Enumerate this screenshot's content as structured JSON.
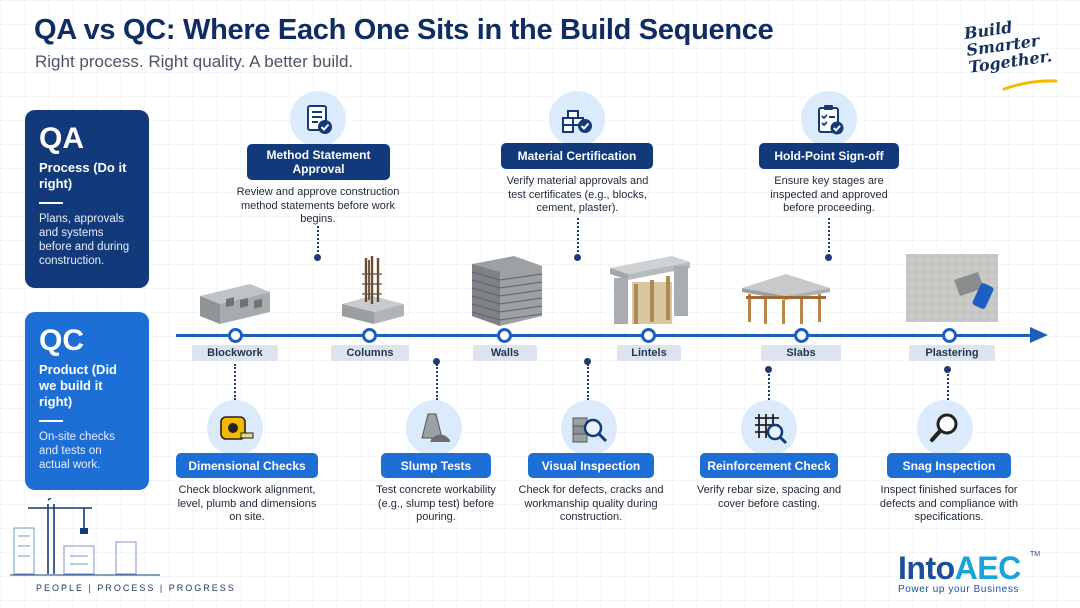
{
  "header": {
    "title": "QA vs QC: Where Each One Sits in the Build Sequence",
    "subtitle": "Right process. Right quality. A better build.",
    "tagline": "Build Smarter Together."
  },
  "qa_panel": {
    "title": "QA",
    "kind": "Process (Do it right)",
    "description": "Plans, approvals and systems before and during construction."
  },
  "qc_panel": {
    "title": "QC",
    "kind": "Product (Did we build it right)",
    "description": "On-site checks and tests on actual work."
  },
  "stages": [
    {
      "label": "Blockwork"
    },
    {
      "label": "Columns"
    },
    {
      "label": "Walls"
    },
    {
      "label": "Lintels"
    },
    {
      "label": "Slabs"
    },
    {
      "label": "Plastering"
    }
  ],
  "qa_items": [
    {
      "icon": "document-check-icon",
      "title": "Method Statement Approval",
      "text": "Review and approve construction method statements before work begins."
    },
    {
      "icon": "material-certified-icon",
      "title": "Material Certification",
      "text": "Verify material approvals and test certificates (e.g., blocks, cement, plaster)."
    },
    {
      "icon": "clipboard-check-icon",
      "title": "Hold-Point Sign-off",
      "text": "Ensure key stages are inspected and approved before proceeding."
    }
  ],
  "qc_items": [
    {
      "icon": "tape-measure-icon",
      "title": "Dimensional Checks",
      "text": "Check blockwork alignment, level, plumb and dimensions on site."
    },
    {
      "icon": "slump-cone-icon",
      "title": "Slump Tests",
      "text": "Test concrete workability (e.g., slump test) before pouring."
    },
    {
      "icon": "magnifier-blocks-icon",
      "title": "Visual Inspection",
      "text": "Check for defects, cracks and workmanship quality during construction."
    },
    {
      "icon": "rebar-grid-icon",
      "title": "Reinforcement Check",
      "text": "Verify rebar size, spacing and cover before casting."
    },
    {
      "icon": "magnifier-icon",
      "title": "Snag Inspection",
      "text": "Inspect finished surfaces for defects and compliance with specifications."
    }
  ],
  "footer": {
    "motto": "PEOPLE | PROCESS | PROGRESS",
    "brand_main": "Into",
    "brand_accent": "AEC",
    "brand_tm": "TM",
    "brand_tagline": "Power up your Business"
  },
  "colors": {
    "navy": "#123a7a",
    "blue": "#1d6fd6",
    "timeline": "#1d5fc0",
    "icon_bg": "#dcebfb"
  }
}
